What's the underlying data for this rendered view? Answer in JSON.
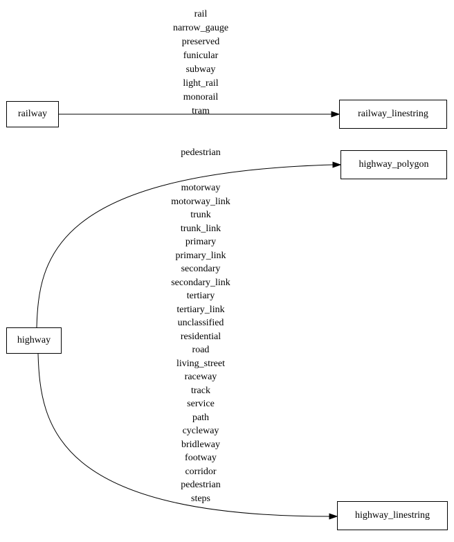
{
  "colors": {
    "line": "#000000",
    "background": "#ffffff",
    "text": "#000000"
  },
  "diagram": {
    "nodes": {
      "railway": {
        "label": "railway"
      },
      "railway_linestring": {
        "label": "railway_linestring"
      },
      "highway": {
        "label": "highway"
      },
      "highway_polygon": {
        "label": "highway_polygon"
      },
      "highway_linestring": {
        "label": "highway_linestring"
      }
    },
    "edges": [
      {
        "from": "railway",
        "to": "railway_linestring",
        "labels": [
          "rail",
          "narrow_gauge",
          "preserved",
          "funicular",
          "subway",
          "light_rail",
          "monorail",
          "tram"
        ]
      },
      {
        "from": "highway",
        "to": "highway_polygon",
        "labels": [
          "pedestrian"
        ]
      },
      {
        "from": "highway",
        "to": "highway_linestring",
        "labels": [
          "motorway",
          "motorway_link",
          "trunk",
          "trunk_link",
          "primary",
          "primary_link",
          "secondary",
          "secondary_link",
          "tertiary",
          "tertiary_link",
          "unclassified",
          "residential",
          "road",
          "living_street",
          "raceway",
          "track",
          "service",
          "path",
          "cycleway",
          "bridleway",
          "footway",
          "corridor",
          "pedestrian",
          "steps"
        ]
      }
    ]
  }
}
